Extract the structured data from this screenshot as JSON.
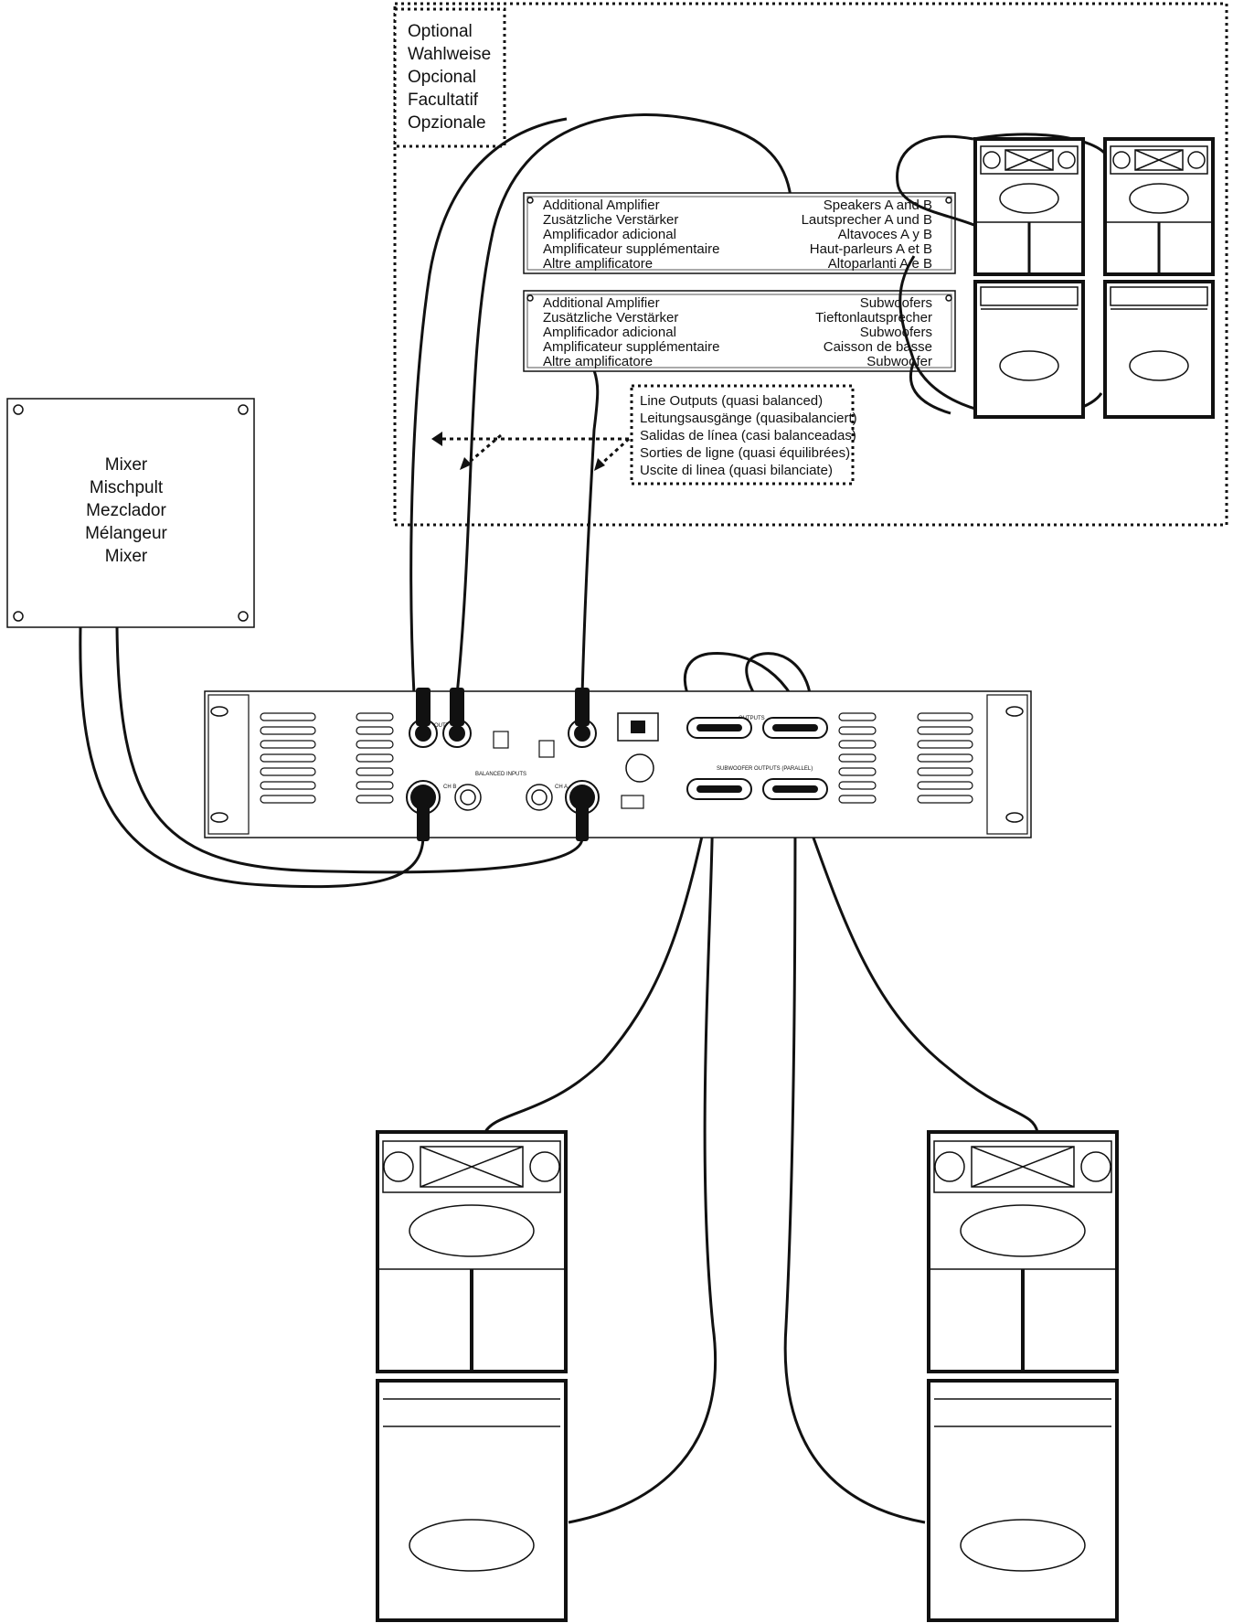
{
  "optional_box": {
    "lines": [
      "Optional",
      "Wahlweise",
      "Opcional",
      "Facultatif",
      "Opzionale"
    ]
  },
  "amp_rack_1": {
    "left_lines": [
      "Additional Amplifier",
      "Zusätzliche Verstärker",
      "Amplificador adicional",
      "Amplificateur supplémentaire",
      "Altre amplificatore"
    ],
    "right_lines": [
      "Speakers A and  B",
      "Lautsprecher A und  B",
      "Altavoces A y B",
      "Haut-parleurs A et B",
      "Altoparlanti A e B"
    ]
  },
  "amp_rack_2": {
    "left_lines": [
      "Additional Amplifier",
      "Zusätzliche Verstärker",
      "Amplificador adicional",
      "Amplificateur supplémentaire",
      "Altre amplificatore"
    ],
    "right_lines": [
      "Subwoofers",
      "Tieftonlautsprecher",
      "Subwoofers",
      "Caisson de basse",
      "Subwoofer"
    ]
  },
  "line_outputs_box": {
    "lines": [
      "Line Outputs (quasi balanced)",
      "Leitungsausgänge (quasibalanciert)",
      "Salidas de línea (casi balanceadas)",
      "Sorties de ligne (quasi équilibrées)",
      "Uscite di linea (quasi bilanciate)"
    ]
  },
  "mixer_box": {
    "lines": [
      "Mixer",
      "Mischpult",
      "Mezclador",
      "Mélangeur",
      "Mixer"
    ]
  },
  "amp_panel": {
    "line_outputs_label": "LINE OUTPUTS",
    "ch_b_label": "CH B",
    "ch_a_label": "CH A",
    "balanced_inputs_label": "BALANCED INPUTS",
    "outputs_label": "OUTPUTS",
    "subwoofer_outputs_label": "SUBWOOFER OUTPUTS (PARALLEL)"
  }
}
